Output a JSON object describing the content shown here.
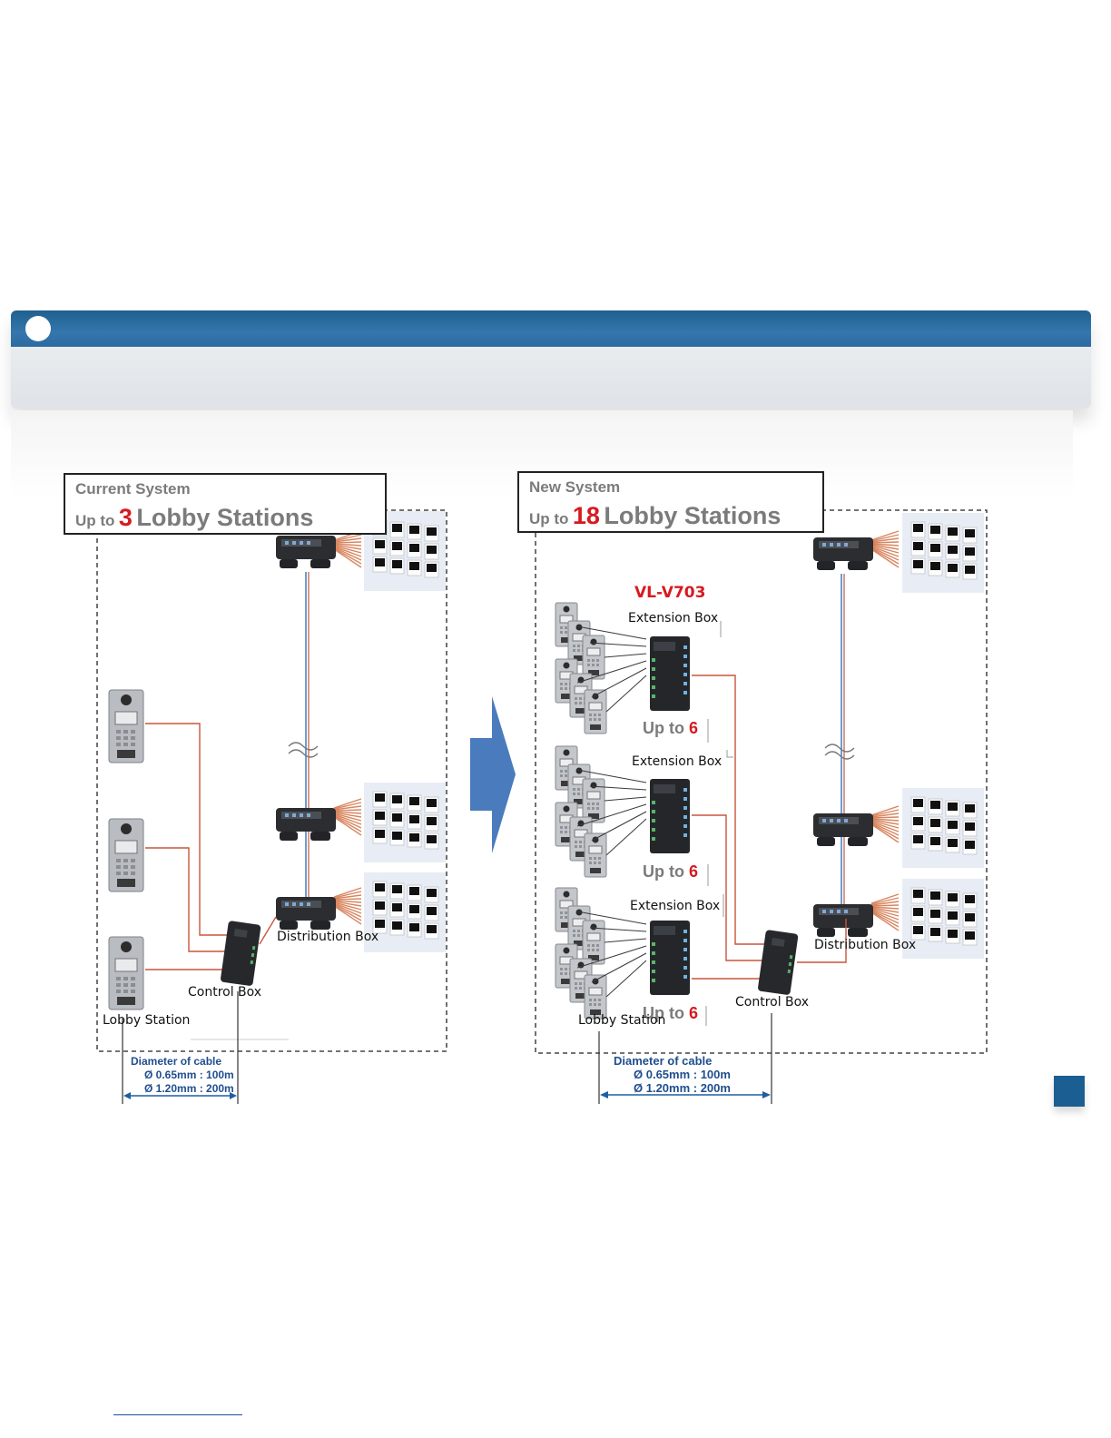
{
  "colors": {
    "banner": "#2c6aa0",
    "highlight": "#d71920",
    "label_gray": "#7b7b7b",
    "cable_blue": "#1f4e8f",
    "wire_red": "#c8553c",
    "wire_blue": "#3b7fc4",
    "arrow": "#4a7bbd"
  },
  "current": {
    "small_title": "Current System",
    "prefix": "Up to",
    "count": "3",
    "suffix": "Lobby Stations",
    "labels": {
      "distribution_box": "Distribution Box",
      "control_box": "Control Box",
      "lobby_station": "Lobby Station"
    },
    "cable": {
      "title": "Diameter of cable",
      "line1": "Ø 0.65mm : 100m",
      "line2": "Ø 1.20mm : 200m"
    }
  },
  "new": {
    "small_title": "New System",
    "prefix": "Up to",
    "count": "18",
    "suffix": "Lobby Stations",
    "model": "VL-V703",
    "extension_label": "Extension Box",
    "upto_prefix": "Up to",
    "upto_count": "6",
    "labels": {
      "distribution_box": "Distribution Box",
      "control_box": "Control Box",
      "lobby_station": "Lobby Station"
    },
    "cable": {
      "title": "Diameter of cable",
      "line1": "Ø 0.65mm : 100m",
      "line2": "Ø 1.20mm : 200m"
    }
  }
}
